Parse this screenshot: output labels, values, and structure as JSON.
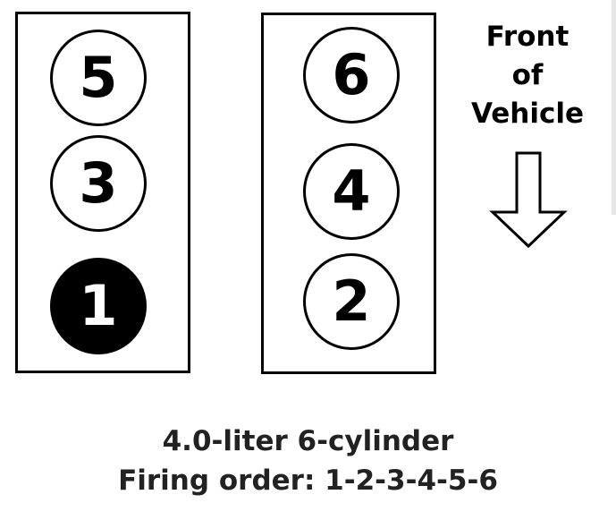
{
  "diagram": {
    "banks": [
      {
        "cylinders": [
          "5",
          "3",
          "1"
        ]
      },
      {
        "cylinders": [
          "6",
          "4",
          "2"
        ]
      }
    ],
    "highlighted_cylinder": "1",
    "direction_label": [
      "Front",
      "of",
      "Vehicle"
    ],
    "arrow_icon": "down-arrow-icon",
    "caption": {
      "line1": "4.0-liter 6-cylinder",
      "line2": "Firing order: 1-2-3-4-5-6"
    },
    "colors": {
      "ink": "#000000",
      "caption": "#222222",
      "background": "#ffffff"
    }
  }
}
